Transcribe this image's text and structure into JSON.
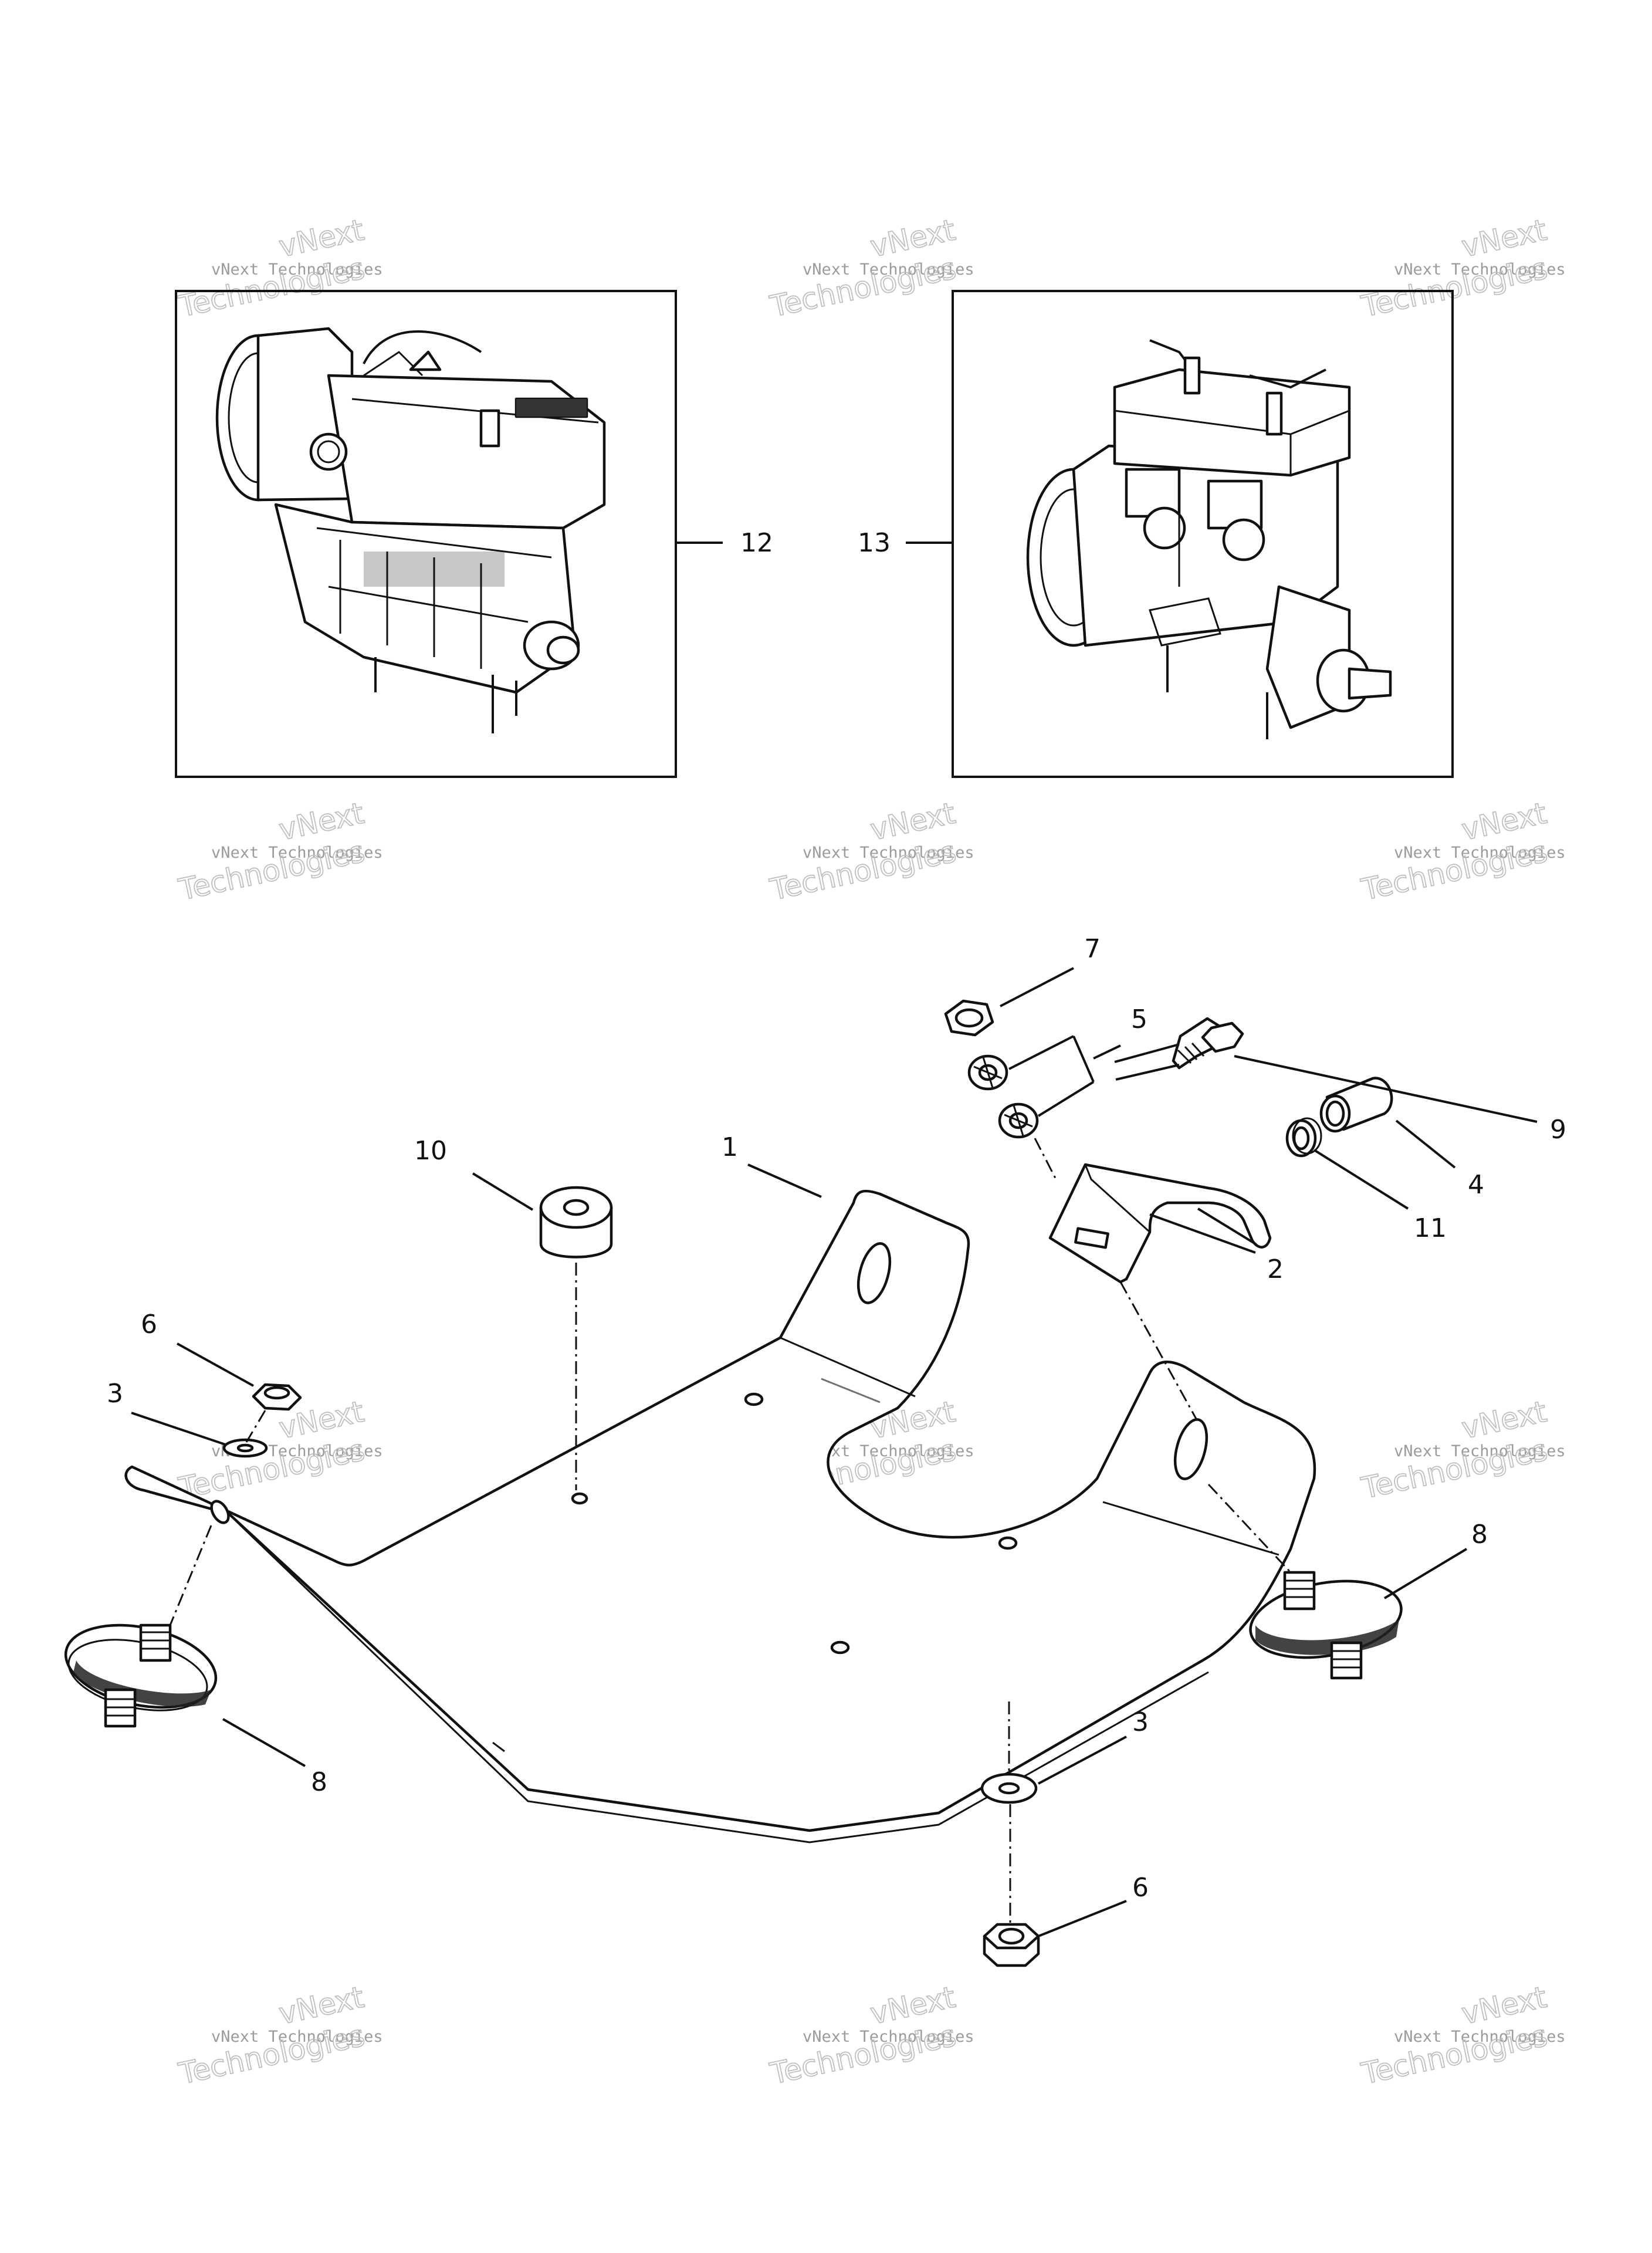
{
  "diagram": {
    "callouts": [
      {
        "id": "12",
        "label": "12"
      },
      {
        "id": "13",
        "label": "13"
      },
      {
        "id": "7",
        "label": "7"
      },
      {
        "id": "5",
        "label": "5"
      },
      {
        "id": "9",
        "label": "9"
      },
      {
        "id": "4",
        "label": "4"
      },
      {
        "id": "11",
        "label": "11"
      },
      {
        "id": "2",
        "label": "2"
      },
      {
        "id": "1",
        "label": "1"
      },
      {
        "id": "10",
        "label": "10"
      },
      {
        "id": "6a",
        "label": "6"
      },
      {
        "id": "3a",
        "label": "3"
      },
      {
        "id": "8a",
        "label": "8"
      },
      {
        "id": "8b",
        "label": "8"
      },
      {
        "id": "3b",
        "label": "3"
      },
      {
        "id": "6b",
        "label": "6"
      }
    ],
    "watermark": {
      "line1": "vNext",
      "line2": "vNext Technologies",
      "line3": "Technologies"
    }
  }
}
